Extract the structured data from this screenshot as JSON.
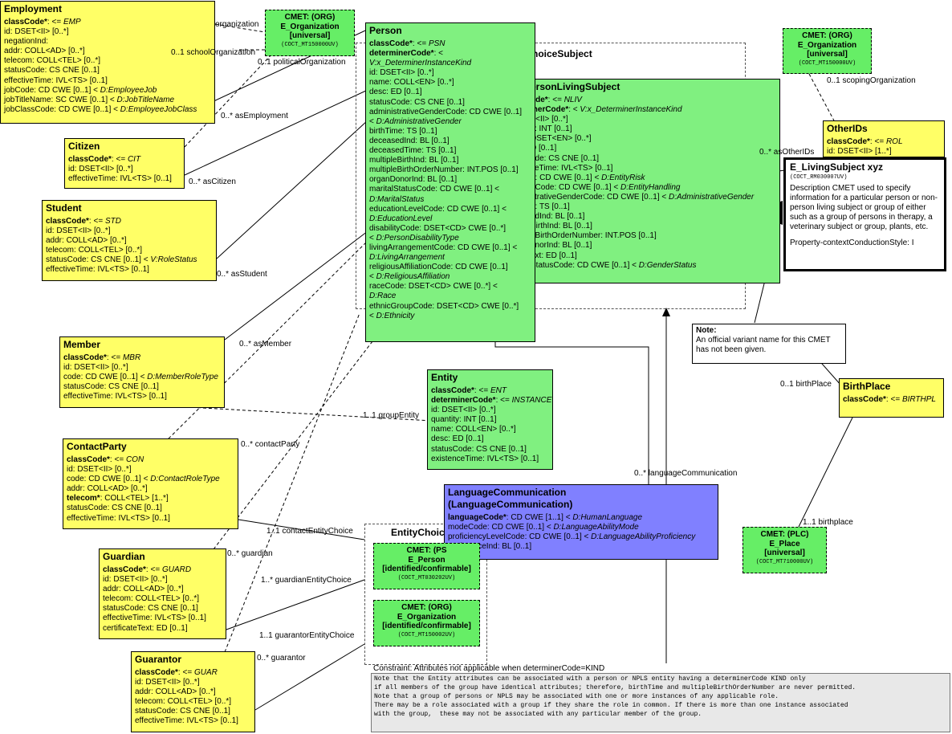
{
  "employment": {
    "title": "Employment",
    "attrs": [
      {
        "b": "classCode*",
        "t": ": <= ",
        "i": "EMP"
      },
      {
        "t": "id: DSET<II> [0..*]"
      },
      {
        "t": "negationInd:"
      },
      {
        "t": "addr: COLL<AD> [0..*]"
      },
      {
        "t": "telecom: COLL<TEL> [0..*]"
      },
      {
        "t": "statusCode: CS CNE [0..1]"
      },
      {
        "t": "effectiveTime: IVL<TS> [0..1]"
      },
      {
        "t": "jobCode: CD CWE [0..1] < ",
        "i": "D:EmployeeJob"
      },
      {
        "t": "jobTitleName: SC CWE [0..1] < ",
        "i": "D:JobTitleName"
      },
      {
        "t": "jobClassCode: CD CWE [0..1] < ",
        "i": "D:EmployeeJobClass"
      }
    ]
  },
  "citizen": {
    "title": "Citizen",
    "attrs": [
      {
        "b": "classCode*",
        "t": ": <= ",
        "i": "CIT"
      },
      {
        "t": "id: DSET<II> [0..*]"
      },
      {
        "t": "effectiveTime: IVL<TS> [0..1]"
      }
    ]
  },
  "student": {
    "title": "Student",
    "attrs": [
      {
        "b": "classCode*",
        "t": ": <= ",
        "i": "STD"
      },
      {
        "t": "id: DSET<II> [0..*]"
      },
      {
        "t": "addr: COLL<AD> [0..*]"
      },
      {
        "t": "telecom: COLL<TEL> [0..*]"
      },
      {
        "t": "statusCode: CS CNE [0..1] < ",
        "i": "V:RoleStatus"
      },
      {
        "t": "effectiveTime: IVL<TS> [0..1]"
      }
    ]
  },
  "member": {
    "title": "Member",
    "attrs": [
      {
        "b": "classCode*",
        "t": ": <= ",
        "i": "MBR"
      },
      {
        "t": "id: DSET<II> [0..*]"
      },
      {
        "t": "code: CD CWE [0..1] < ",
        "i": "D:MemberRoleType"
      },
      {
        "t": "statusCode: CS CNE [0..1]"
      },
      {
        "t": "effectiveTime: IVL<TS> [0..1]"
      }
    ]
  },
  "contactparty": {
    "title": "ContactParty",
    "attrs": [
      {
        "b": "classCode*",
        "t": ": <= ",
        "i": "CON"
      },
      {
        "t": "id: DSET<II> [0..*]"
      },
      {
        "t": "code: CD CWE [0..1] < ",
        "i": "D:ContactRoleType"
      },
      {
        "t": "addr: COLL<AD> [0..*]"
      },
      {
        "b": "telecom*",
        "t": ": COLL<TEL> [1..*]"
      },
      {
        "t": "statusCode: CS CNE [0..1]"
      },
      {
        "t": "effectiveTime: IVL<TS> [0..1]"
      }
    ]
  },
  "guardian": {
    "title": "Guardian",
    "attrs": [
      {
        "b": "classCode*",
        "t": ": <= ",
        "i": "GUARD"
      },
      {
        "t": "id: DSET<II> [0..*]"
      },
      {
        "t": "addr: COLL<AD> [0..*]"
      },
      {
        "t": "telecom: COLL<TEL> [0..*]"
      },
      {
        "t": "statusCode: CS CNE [0..1]"
      },
      {
        "t": "effectiveTime: IVL<TS> [0..1]"
      },
      {
        "t": "certificateText: ED [0..1]"
      }
    ]
  },
  "guarantor": {
    "title": "Guarantor",
    "attrs": [
      {
        "b": "classCode*",
        "t": ": <= ",
        "i": "GUAR"
      },
      {
        "t": "id: DSET<II> [0..*]"
      },
      {
        "t": "addr: COLL<AD> [0..*]"
      },
      {
        "t": "telecom: COLL<TEL> [0..*]"
      },
      {
        "t": "statusCode: CS CNE [0..1]"
      },
      {
        "t": "effectiveTime: IVL<TS> [0..1]"
      }
    ]
  },
  "person": {
    "title": "Person",
    "attrs": [
      {
        "b": "classCode*",
        "t": ": <= ",
        "i": "PSN"
      },
      {
        "b": "determinerCode*",
        "t": ": <"
      },
      {
        "i": "V:x_DeterminerInstanceKind"
      },
      {
        "t": "id: DSET<II> [0..*]"
      },
      {
        "t": "name: COLL<EN> [0..*]"
      },
      {
        "t": "desc: ED [0..1]"
      },
      {
        "t": "statusCode: CS CNE [0..1]"
      },
      {
        "t": "administrativeGenderCode: CD CWE [0..1]"
      },
      {
        "t": " < ",
        "i": "D:AdministrativeGender"
      },
      {
        "t": "birthTime: TS [0..1]"
      },
      {
        "t": "deceasedInd: BL [0..1]"
      },
      {
        "t": "deceasedTime: TS [0..1]"
      },
      {
        "t": "multipleBirthInd: BL [0..1]"
      },
      {
        "t": "multipleBirthOrderNumber: INT.POS [0..1]"
      },
      {
        "t": "organDonorInd: BL [0..1]"
      },
      {
        "t": "maritalStatusCode: CD CWE [0..1] <"
      },
      {
        "i": "D:MaritalStatus"
      },
      {
        "t": "educationLevelCode: CD CWE [0..1] <"
      },
      {
        "i": "D:EducationLevel"
      },
      {
        "t": "disabilityCode: DSET<CD> CWE [0..*]"
      },
      {
        "t": " < ",
        "i": "D:PersonDisabilityType"
      },
      {
        "t": "livingArrangementCode: CD CWE [0..1] <"
      },
      {
        "i": "D:LivingArrangement"
      },
      {
        "t": "religiousAffiliationCode: CD CWE [0..1]"
      },
      {
        "t": " < ",
        "i": "D:ReligiousAffiliation"
      },
      {
        "t": "raceCode: DSET<CD> CWE [0..*] <"
      },
      {
        "i": "D:Race"
      },
      {
        "t": "ethnicGroupCode: DSET<CD> CWE [0..*]"
      },
      {
        "t": " < ",
        "i": "D:Ethnicity"
      }
    ]
  },
  "nonpls": {
    "title": "ersonLivingSubject",
    "attrs": [
      {
        "b": "ode*",
        "t": ": <= ",
        "i": "NLIV"
      },
      {
        "b": "inerCode*",
        "t": ": < ",
        "i": "V:x_DeterminerInstanceKind"
      },
      {
        "t": "T<II> [0..*]"
      },
      {
        "t": "y: INT [0..1]"
      },
      {
        "t": "DSET<EN> [0..*]"
      },
      {
        "t": "D [0..1]"
      },
      {
        "t": "ode: CS CNE [0..1]"
      },
      {
        "t": "ceTime: IVL<TS> [0..1]"
      },
      {
        "t": "e: CD CWE [0..1] < ",
        "i": "D:EntityRisk"
      },
      {
        "t": "gCode: CD CWE [0..1] < ",
        "i": "D:EntityHandling"
      },
      {
        "t": "strativeGenderCode: CD CWE [0..1] < ",
        "i": "D:AdministrativeGender"
      },
      {
        "t": "e: TS [0..1]"
      },
      {
        "t": "edInd: BL [0..1]"
      },
      {
        "t": "BirthInd: BL [0..1]"
      },
      {
        "t": "eBirthOrderNumber: INT.POS [0..1]"
      },
      {
        "t": "onorInd: BL [0..1]"
      },
      {
        "t": "ext: ED [0..1]"
      },
      {
        "t": "StatusCode: CD CWE [0..1] < ",
        "i": "D:GenderStatus"
      }
    ]
  },
  "entity": {
    "title": "Entity",
    "attrs": [
      {
        "b": "classCode*",
        "t": ": <= ",
        "i": "ENT"
      },
      {
        "b": "determinerCode*",
        "t": ": <= ",
        "i": "INSTANCE"
      },
      {
        "t": "id: DSET<II> [0..*]"
      },
      {
        "t": "quantity: INT [0..1]"
      },
      {
        "t": "name: COLL<EN> [0..*]"
      },
      {
        "t": "desc: ED [0..1]"
      },
      {
        "t": "statusCode: CS CNE [0..1]"
      },
      {
        "t": "existenceTime: IVL<TS> [0..1]"
      }
    ]
  },
  "langcomm": {
    "title1": "LanguageCommunication",
    "title2": "(LanguageCommunication)",
    "attrs": [
      {
        "b": "languageCode*",
        "t": ": CD CWE [1..1] < ",
        "i": "D:HumanLanguage"
      },
      {
        "t": "modeCode: CD CWE [0..1] < ",
        "i": "D:LanguageAbilityMode"
      },
      {
        "t": "proficiencyLevelCode: CD CWE [0..1] < ",
        "i": "D:LanguageAbilityProficiency"
      },
      {
        "t": "preferenceInd: BL [0..1]"
      }
    ]
  },
  "otherids": {
    "title": "OtherIDs",
    "attrs": [
      {
        "b": "classCode*",
        "t": ": <= ",
        "i": "ROL"
      },
      {
        "t": "id: DSET<II> [1..*]"
      }
    ]
  },
  "birthplace": {
    "title": "BirthPlace",
    "attrs": [
      {
        "b": "classCode*",
        "t": ": <= ",
        "i": "BIRTHPL"
      }
    ]
  },
  "cmet_org_top": {
    "l1": "CMET: (ORG)",
    "l2": "E_Organization",
    "l3": "[universal]",
    "id": "(COCT_MT150000UV)"
  },
  "cmet_org_right": {
    "l1": "CMET: (ORG)",
    "l2": "E_Organization",
    "l3": "[universal]",
    "id": "(COCT_MT150000UV)"
  },
  "cmet_place": {
    "l1": "CMET: (PLC)",
    "l2": "E_Place",
    "l3": "[universal]",
    "id": "(COCT_MT710000UV)"
  },
  "cmet_person": {
    "l1": "CMET: (PS",
    "l2": "E_Person",
    "l3": "[identified/confirmable]",
    "id": "(COCT_MT030202UV)"
  },
  "cmet_org_choice": {
    "l1": "CMET: (ORG)",
    "l2": "E_Organization",
    "l3": "[identified/confirmable]",
    "id": "(COCT_MT150002UV)"
  },
  "entry": {
    "title": "E_LivingSubject xyz",
    "id": "(COCT_RM030007UV)",
    "desc": "Description CMET used to specify information for a particular person or non-person living subject or group of either such as a group of persons in therapy, a veterinary subject or group, plants, etc.",
    "style": "Property-contextConductionStyle: I"
  },
  "note": {
    "title": "Note:",
    "text": "An official variant name for this CMET has not been given."
  },
  "choice_subject": "EntityChoiceSubject",
  "entity_choice": "EntityChoice",
  "constraint": {
    "title": "Constraint: Attributes not applicable when determinerCode=KIND",
    "lines": [
      "Note that the Entity attributes can be associated with a person or NPLS entity having a determinerCode KIND only",
      "if all members of the group have identical attributes; therefore, birthTime and multipleBirthOrderNumber are never permitted.",
      "Note that a group of persons or NPLS may be associated with one or more instances of any applicable role.",
      "There may be a role associated with a group if they share the role in common. If there is more than one instance associated",
      "with the group,  these may not be associated with any particular member of the group."
    ]
  },
  "labels": {
    "organization": "organization",
    "schoolOrganization": "0..1 schoolOrganization",
    "politicalOrganization": "0..1 politicalOrganization",
    "asEmployment": "0..* asEmployment",
    "asCitizen": "0..* asCitizen",
    "asStudent": "0..* asStudent",
    "asMember": "0..* asMember",
    "groupEntity": "1..1 groupEntity",
    "contactParty": "0..* contactParty",
    "contactEntityChoice": "1..1 contactEntityChoice",
    "guardian": "0..* guardian",
    "guardianEntityChoice": "1..* guardianEntityChoice",
    "guarantorEntityChoice": "1..1 guarantorEntityChoice",
    "guarantor": "0..* guarantor",
    "languageCommunication": "0..* languageCommunication",
    "scopingOrganization": "0..1 scopingOrganization",
    "asOtherIDs": "0..* asOtherIDs",
    "birthPlace": "0..1 birthPlace",
    "birthplace": "1..1 birthplace"
  }
}
